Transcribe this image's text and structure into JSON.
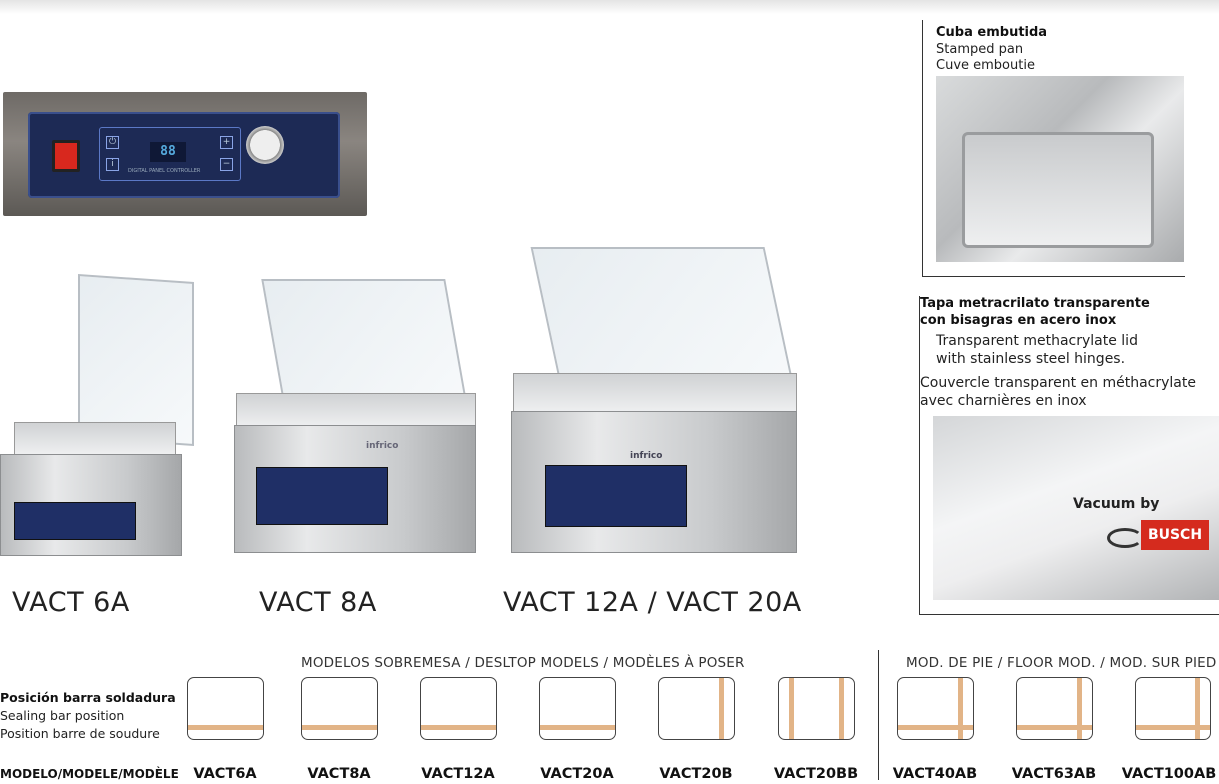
{
  "panel": {
    "lcd": "88",
    "caption": "DIGITAL PANEL CONTROLLER"
  },
  "models": [
    {
      "label": "VACT 6A"
    },
    {
      "label": "VACT 8A"
    },
    {
      "label": "VACT 12A / VACT 20A"
    }
  ],
  "brand": "infrico",
  "right_top": {
    "es": "Cuba embutida",
    "en": "Stamped pan",
    "fr": "Cuve emboutie"
  },
  "right_bottom": {
    "es_line1": "Tapa metracrilato transparente",
    "es_line2": "con bisagras en acero inox",
    "en_line1": "Transparent methacrylate lid",
    "en_line2": "with stainless steel hinges.",
    "fr_line1": "Couvercle transparent en méthacrylate",
    "fr_line2": "avec charnières en inox",
    "badge_text": "Vacuum by",
    "badge_brand": "BUSCH"
  },
  "table": {
    "header_desktop": "MODELOS SOBREMESA / DESLTOP MODELS / MODÈLES À POSER",
    "header_floor": "MOD. DE PIE / FLOOR MOD.  /  MOD. SUR PIED",
    "row_label_es": "Posición barra soldadura",
    "row_label_en": "Sealing bar position",
    "row_label_fr": "Position barre de soudure",
    "model_row_label": "MODELO/MODELE/MODÈLE",
    "bar_color": "#e2b487",
    "models": [
      "VACT6A",
      "VACT8A",
      "VACT12A",
      "VACT20A",
      "VACT20B",
      "VACT20BB",
      "VACT40AB",
      "VACT63AB",
      "VACT100AB"
    ]
  }
}
